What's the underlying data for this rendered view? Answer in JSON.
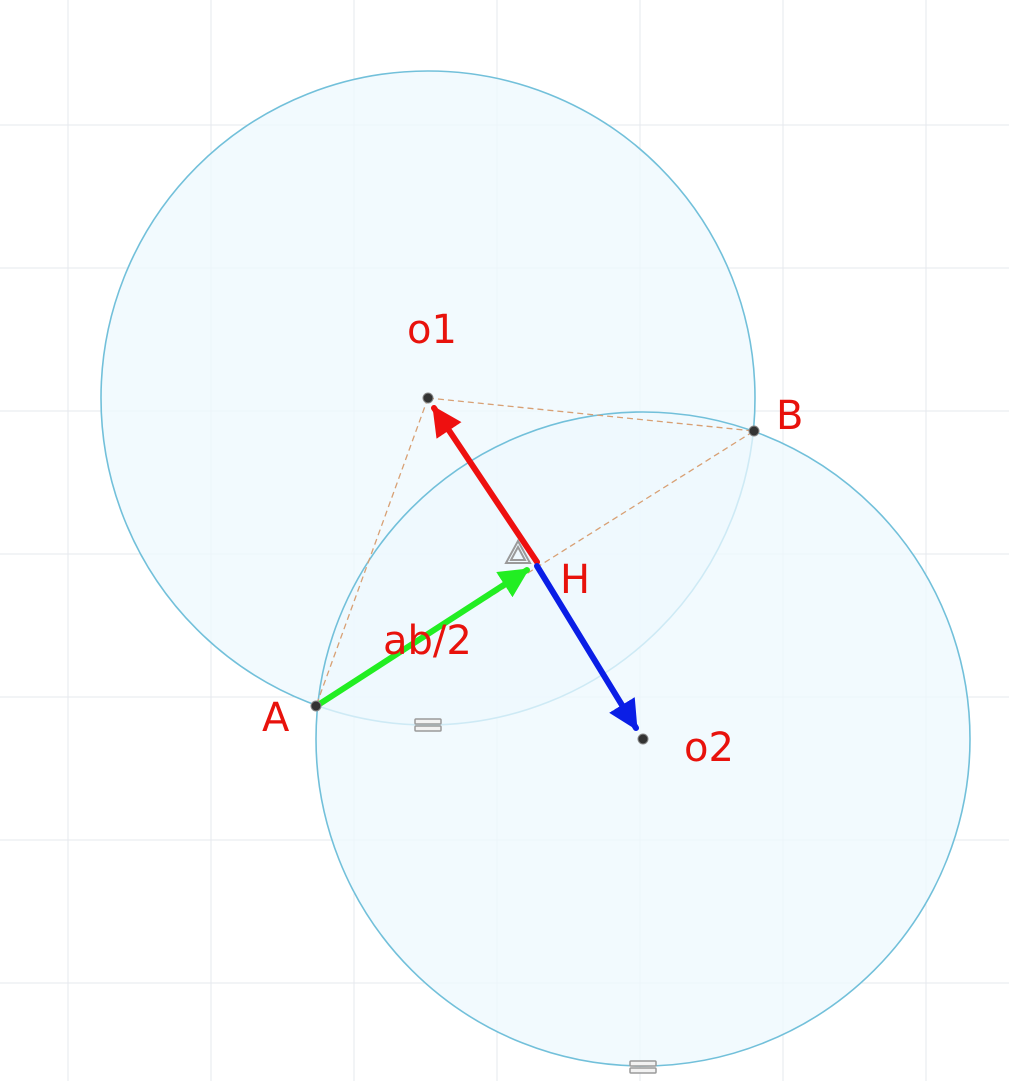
{
  "labels": {
    "o1": "o1",
    "o2": "o2",
    "A": "A",
    "B": "B",
    "H": "H",
    "half_ab": "ab/2"
  },
  "colors": {
    "background": "#ffffff",
    "grid": "#e6e9ee",
    "circle_stroke": "#72c0da",
    "circle_fill": "#eef8fd",
    "dashed": "#d8a074",
    "point": "#333333",
    "label": "#e8120c",
    "vector_h_to_o1": "#ee1010",
    "vector_h_to_o2": "#0a1ee6",
    "vector_a_to_h": "#22ee22",
    "marker": "#9a9a9a"
  },
  "icons": {
    "midpoint_marker": "triangle-outline-icon",
    "handle_marker": "double-bar-handle-icon"
  }
}
